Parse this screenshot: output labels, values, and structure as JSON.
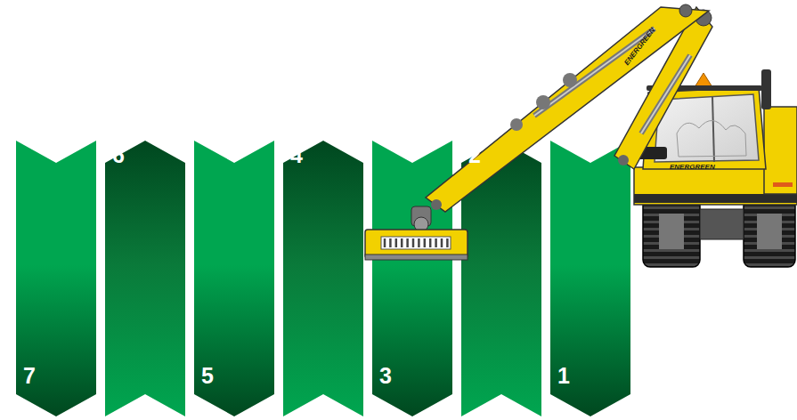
{
  "diagram": {
    "nodes": [
      {
        "text": [
          "7"
        ]
      },
      {
        "text": [
          "6"
        ]
      },
      {
        "text": [
          "5"
        ]
      },
      {
        "text": [
          "4"
        ]
      },
      {
        "text": [
          "3"
        ]
      },
      {
        "text": [
          "2"
        ]
      },
      {
        "text": [
          "1"
        ]
      }
    ],
    "labels": [
      "ENERGREEN",
      "ENERGREEN"
    ]
  }
}
